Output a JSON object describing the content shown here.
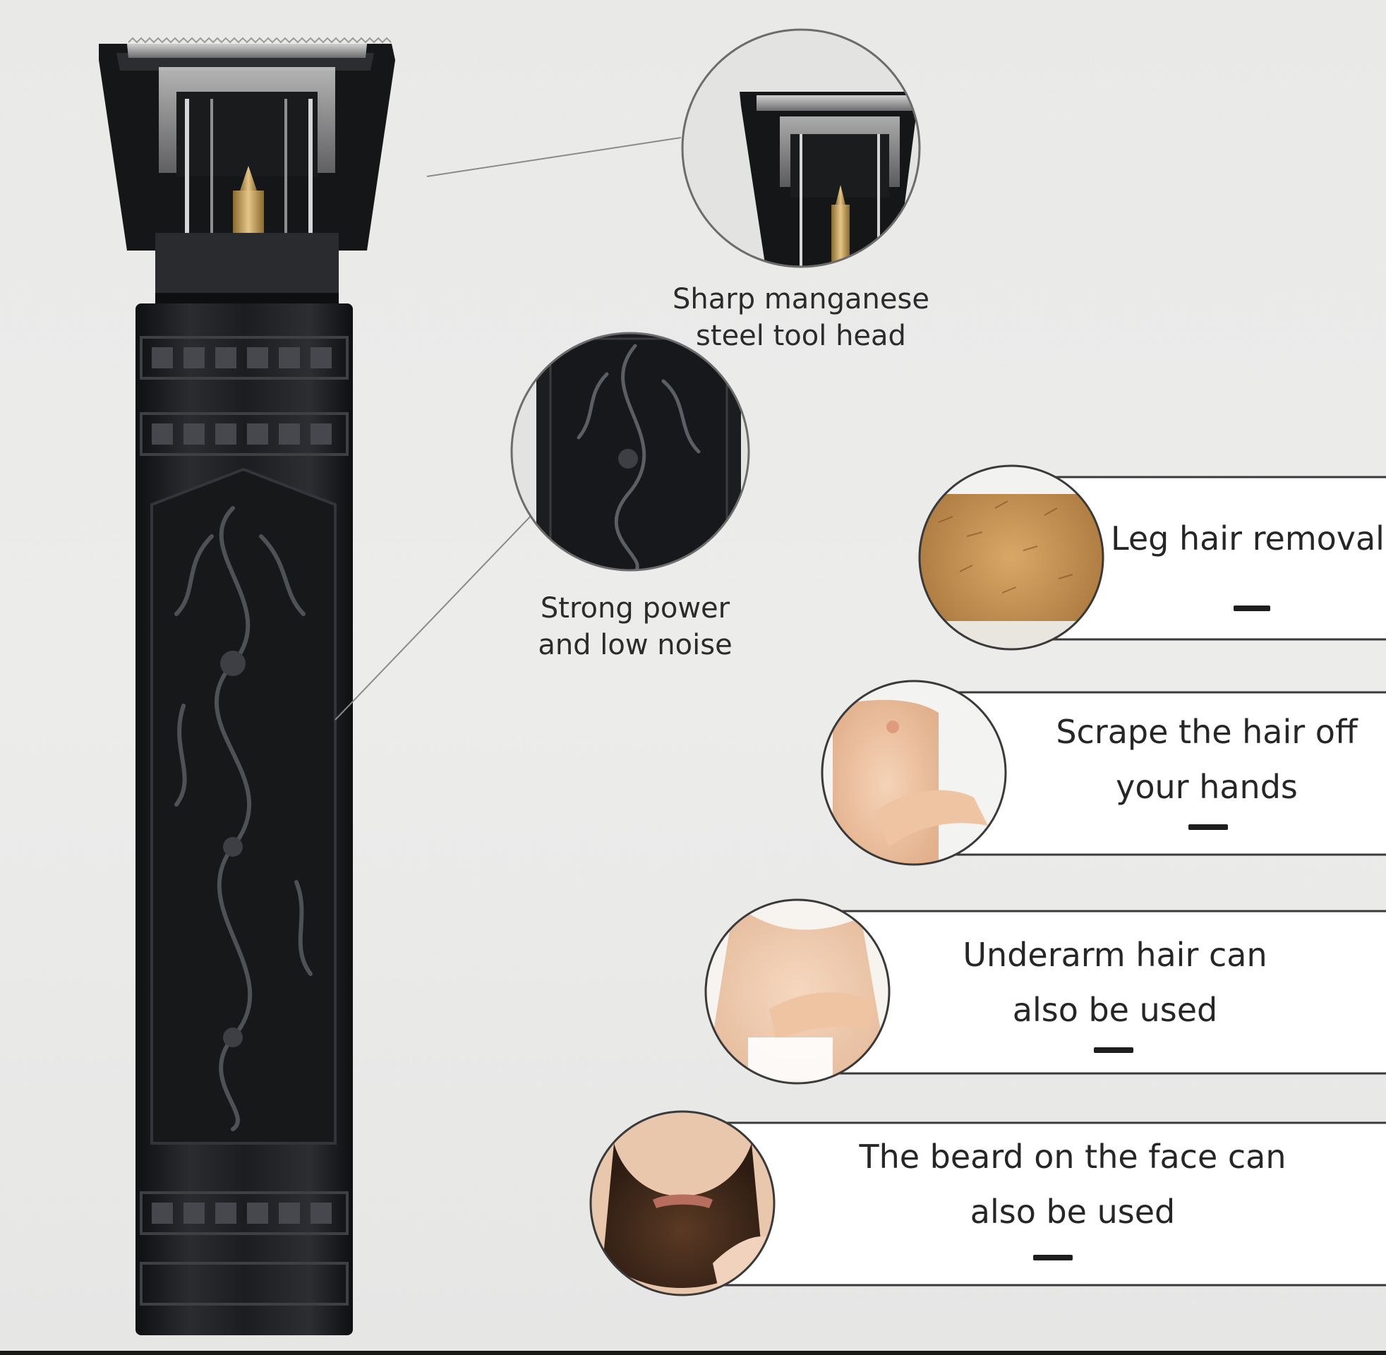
{
  "captions": {
    "tool_head": {
      "line1": "Sharp manganese",
      "line2": "steel tool head"
    },
    "power": {
      "line1": "Strong power",
      "line2": "and low noise"
    }
  },
  "features": [
    {
      "line1": "Leg hair removal",
      "line2": ""
    },
    {
      "line1": "Scrape the hair off",
      "line2": "your hands"
    },
    {
      "line1": "Underarm hair can",
      "line2": "also be used"
    },
    {
      "line1": "The beard on the face can",
      "line2": "also be used"
    }
  ],
  "colors": {
    "background": "#ebebea",
    "trimmer_body": "#1e1f21",
    "accent_gold": "#c9a25a",
    "panel_border": "#3a3a3a"
  },
  "icons": {
    "trimmer": "dragon-trimmer-product",
    "detail_head": "blade-head-detail",
    "detail_body": "dragon-engraving-detail",
    "leg": "leg-skin-photo",
    "arm": "arm-skin-photo",
    "underarm": "underarm-photo",
    "beard": "beard-face-photo"
  }
}
